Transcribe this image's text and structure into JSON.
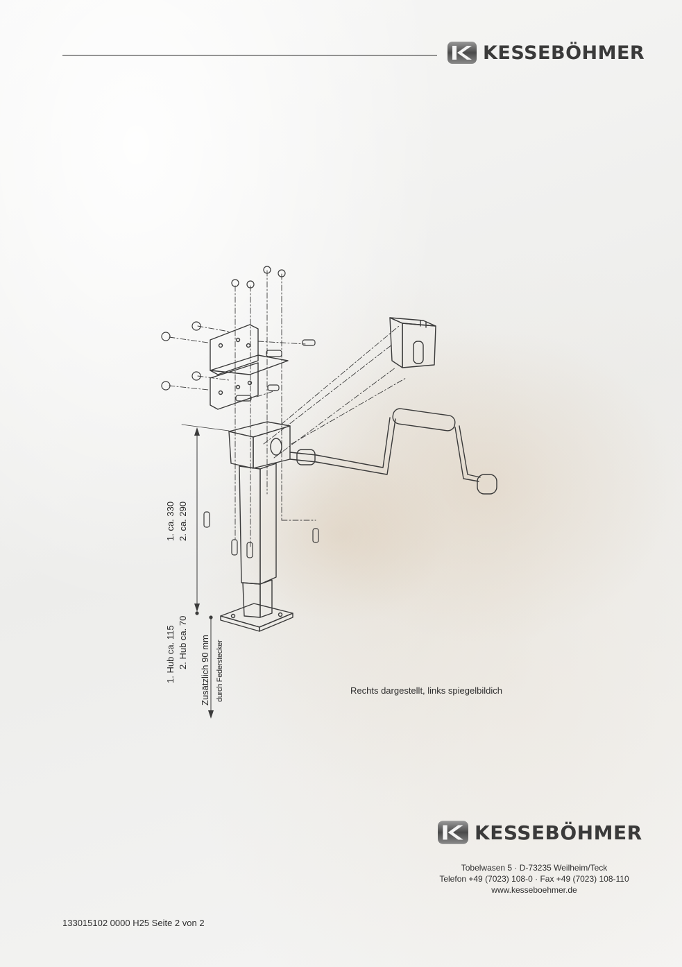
{
  "header": {
    "brand_name": "KESSEBÖHMER"
  },
  "drawing": {
    "stroke_label_1": "1. ca. 330",
    "stroke_label_2": "2. ca. 290",
    "hub_label_1": "1. Hub ca. 115",
    "hub_label_2": "2. Hub ca. 70",
    "extra_label_1": "Zusätzlich 90 mm",
    "extra_label_2": "durch Federstecker",
    "caption": "Rechts dargestellt, links spiegelbildich"
  },
  "footer": {
    "brand_name": "KESSEBÖHMER",
    "address_line": "Tobelwasen 5 · D-73235 Weilheim/Teck",
    "phone_line": "Telefon +49 (7023)  108-0 · Fax +49 (7023) 108-110",
    "website": "www.kesseboehmer.de",
    "document_number": "133015102 0000 H25 Seite 2 von 2"
  },
  "colors": {
    "ink": "#2a2a2a",
    "paper": "#f3f3f1",
    "stain": "#d7c3aa"
  }
}
